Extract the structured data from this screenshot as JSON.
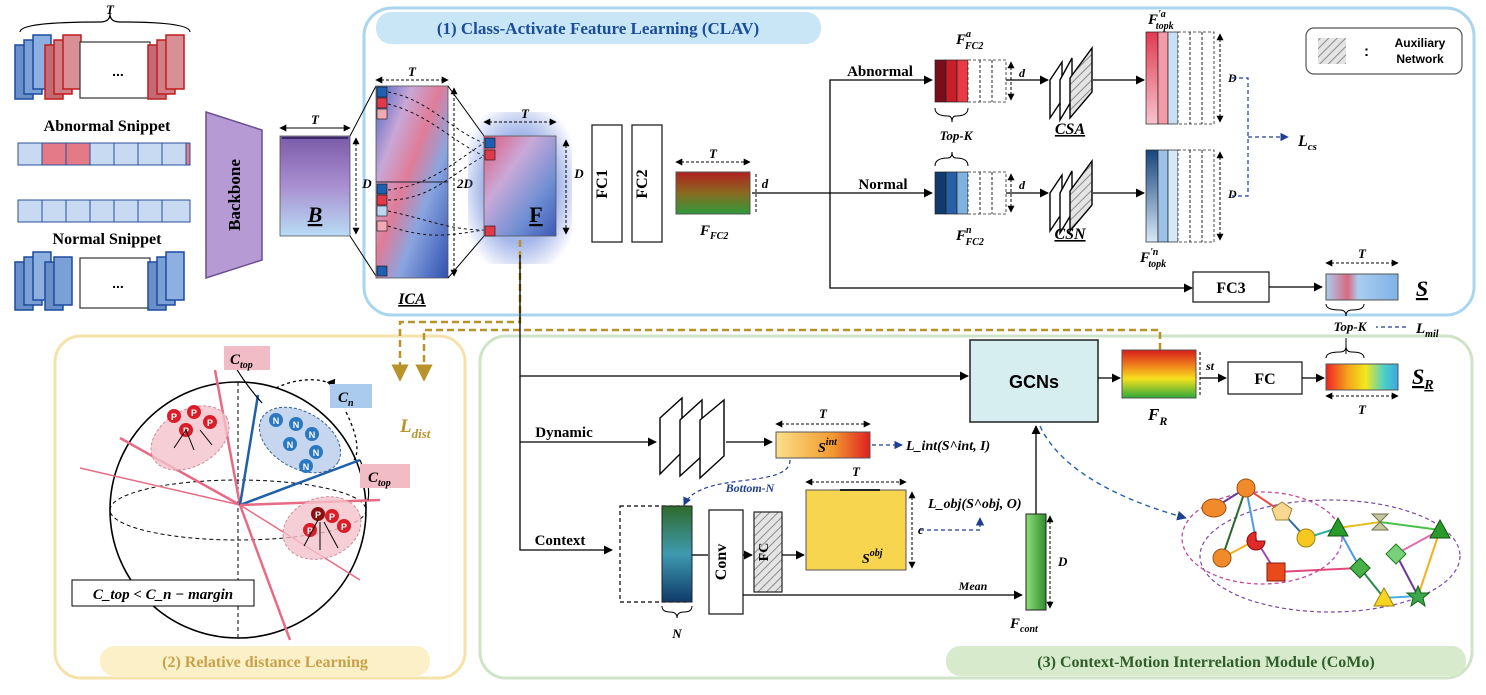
{
  "top_snippets": {
    "t": "T",
    "ellipsis": "..."
  },
  "abnormal_snippet": "Abnormal Snippet",
  "normal_snippet": "Normal Snippet",
  "bottom_snippets": {
    "ellipsis": "..."
  },
  "backbone": "Backbone",
  "b_block": {
    "t": "T",
    "d": "D",
    "label": "B"
  },
  "clav": {
    "title": "(1) Class-Activate Feature Learning (CLAV)",
    "ica": {
      "t": "T",
      "label": "ICA",
      "twod": "2D"
    },
    "f": {
      "t": "T",
      "d": "D",
      "label": "F"
    },
    "fc1": "FC1",
    "fc2": "FC2",
    "ffc2": {
      "t": "T",
      "d": "d",
      "label": "F",
      "sub": "FC2"
    },
    "abnormal": "Abnormal",
    "normal": "Normal",
    "fa": {
      "label": "F",
      "sup": "a",
      "sub": "FC2",
      "d": "d"
    },
    "fn": {
      "label": "F",
      "sup": "n",
      "sub": "FC2",
      "d": "d"
    },
    "topk": "Top-K",
    "csa": "CSA",
    "csn": "CSN",
    "ftopk_a": {
      "label": "F",
      "sup": "'a",
      "sub": "topk",
      "d": "D"
    },
    "ftopk_n": {
      "label": "F",
      "sup": "'n",
      "sub": "topk",
      "d": "D"
    },
    "lcs": {
      "label": "L",
      "sub": "cs"
    },
    "fc3": "FC3",
    "s": {
      "t": "T",
      "label": "S"
    },
    "legend": {
      "colon": ":",
      "line1": "Auxiliary",
      "line2": "Network"
    }
  },
  "mil": {
    "topk": "Top-K",
    "label": "L",
    "sub": "mil"
  },
  "ldist": {
    "label": "L",
    "sub": "dist"
  },
  "rdl": {
    "title": "(2) Relative distance Learning",
    "ctop": {
      "label": "C",
      "sub": "top"
    },
    "ctop2": {
      "label": "C",
      "sub": "top"
    },
    "cn": {
      "label": "C",
      "sub": "n"
    },
    "p": "P",
    "n": "N",
    "equation": "C_top < C_n − margin"
  },
  "como": {
    "title": "(3) Context-Motion Interrelation Module (CoMo)",
    "gcns": "GCNs",
    "fr": {
      "label": "F",
      "sub": "R",
      "st": "st"
    },
    "fc": "FC",
    "sr": {
      "t": "T",
      "label": "S",
      "sub": "R"
    },
    "dynamic": "Dynamic",
    "context": "Context",
    "sint": {
      "t": "T",
      "label": "S",
      "sup": "int"
    },
    "lint": "L_int(S^int, I)",
    "bottom_n": "Bottom-N",
    "conv": "Conv",
    "fc_aux": "FC",
    "sobj": {
      "t": "T",
      "c": "c",
      "label": "S",
      "sup": "obj"
    },
    "lobj": "L_obj(S^obj, O)",
    "mean": "Mean",
    "n": "N",
    "fcont": {
      "label": "F",
      "sub": "cont",
      "d": "D"
    }
  }
}
